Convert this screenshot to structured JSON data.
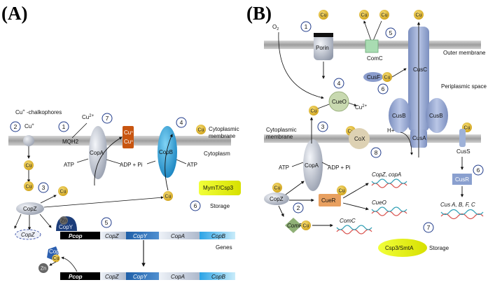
{
  "panel_a": {
    "label": "(A)",
    "cu": "Cu",
    "plus": "+",
    "two_plus": "2+",
    "chalkophores_cu": "Cu",
    "chalkophores_suffix": " -chalkophores",
    "mqh2": "MQH2",
    "membrane_line1": "Cytoplasmic",
    "membrane_line2": "membrane",
    "cytoplasm": "Cytoplasm",
    "copz": "CopZ",
    "copy": "CopY",
    "zn": "Zn",
    "copa": "CopA",
    "copb": "CopB",
    "atp": "ATP",
    "adp": "ADP + Pi",
    "mymt_csp3": "MymT/Csp3",
    "storage": "Storage",
    "genes_label": "Genes",
    "genes": [
      "Pcop",
      "CopZ",
      "CopY",
      "CopA",
      "CopB"
    ],
    "steps": {
      "1": "1",
      "2": "2",
      "3": "3",
      "4": "4",
      "5": "5",
      "6": "6",
      "7": "7"
    }
  },
  "panel_b": {
    "label": "(B)",
    "cu": "Cu",
    "two_plus": "2+",
    "o": "O",
    "two": "2",
    "porin": "Porin",
    "comc": "ComC",
    "outer_membrane": "Outer membrane",
    "periplasmic_space": "Periplasmic space",
    "cusf": "CusF",
    "cusc": "CusC",
    "cusb": "CusB",
    "cusa": "CusA",
    "cuss": "CusS",
    "cusr": "CusR",
    "h_plus": "H+",
    "cueo": "CueO",
    "cox": "CoX",
    "membrane_line1": "Cytoplasmic",
    "membrane_line2": "membrane",
    "copa": "CopA",
    "atp": "ATP",
    "adp": "ADP + Pi",
    "copz": "CopZ",
    "cuer": "CueR",
    "comr": "ComR",
    "copz_copa_genes": "CopZ, copA",
    "cueo_gene": "CueO",
    "comc_gene": "ComC",
    "cus_genes": "Cus A, B, F, C",
    "csp3_smta": "Csp3/SmtA",
    "storage": "Storage",
    "steps": {
      "1": "1",
      "2": "2",
      "3": "3",
      "4": "4",
      "5": "5",
      "6": "6",
      "7": "7",
      "8": "8"
    }
  }
}
